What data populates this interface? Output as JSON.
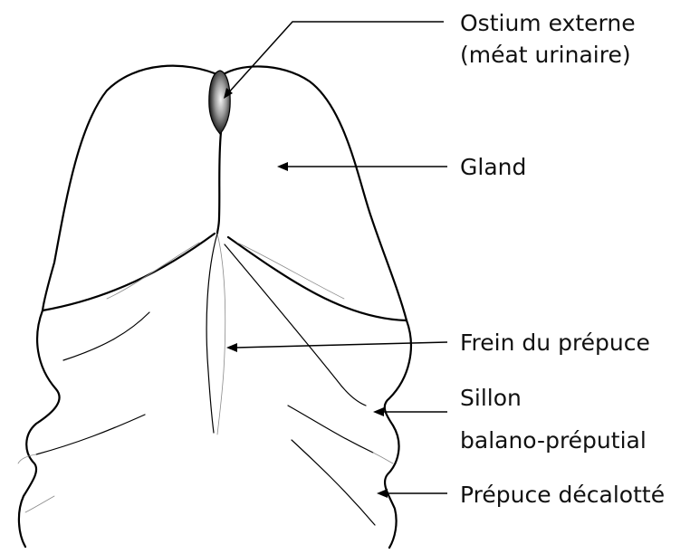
{
  "labels": {
    "meatus_line1": "Ostium externe",
    "meatus_line2": "(méat urinaire)",
    "glans": "Gland",
    "frenulum": "Frein du prépuce",
    "sulcus_line1": "Sillon",
    "sulcus_line2": "balano-préputial",
    "foreskin": "Prépuce décalotté"
  },
  "colors": {
    "ink": "#000000",
    "meatus_dark": "#000000",
    "meatus_light": "#f2f2f2"
  }
}
